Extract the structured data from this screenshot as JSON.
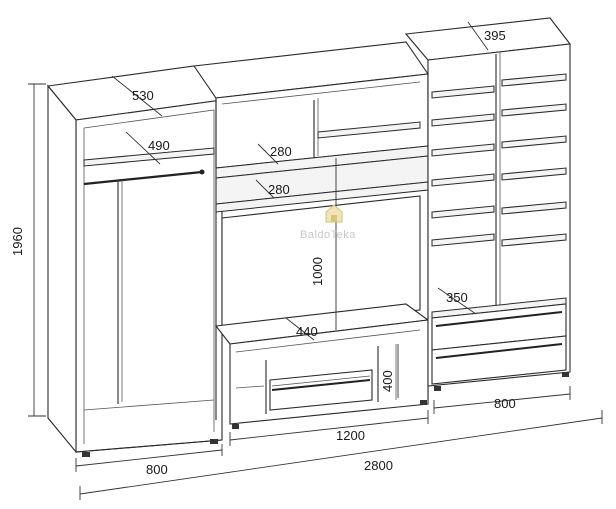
{
  "dimensions": {
    "left_depth_top": "530",
    "left_shelf_depth": "490",
    "center_upper_shelf": "280",
    "center_middle_shelf": "280",
    "center_tv_niche_height": "1000",
    "center_base_depth": "440",
    "center_lower_niche_height": "400",
    "right_depth_top": "395",
    "right_drawer_depth": "350",
    "total_height": "1960",
    "left_width": "800",
    "center_width": "1200",
    "right_width": "800",
    "total_width": "2800"
  },
  "watermark": {
    "text": "BaldoTeka"
  },
  "colors": {
    "line": "#2a2a2a",
    "watermark": "#c9c9c9",
    "logo": "#d9c27a"
  }
}
